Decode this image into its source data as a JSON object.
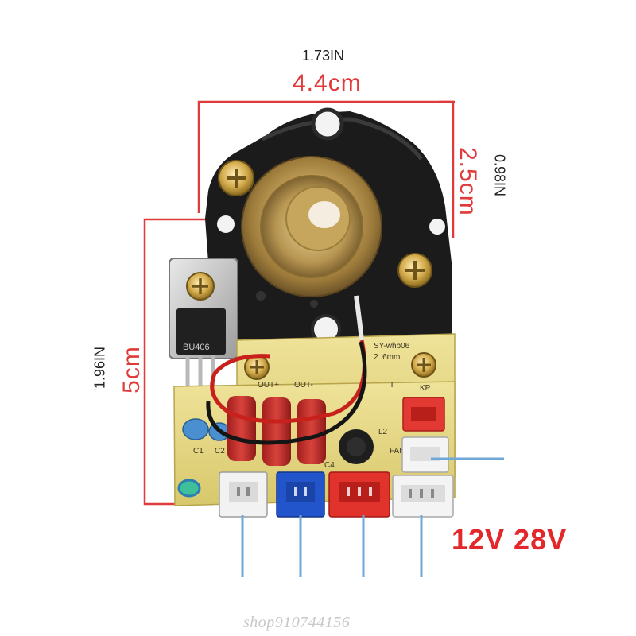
{
  "dimensions": {
    "top_inch": "1.73IN",
    "top_cm": "4.4cm",
    "right_cm": "2.5cm",
    "right_inch": "0.98IN",
    "left_cm": "5cm",
    "left_inch": "1.96IN"
  },
  "voltage_label": "12V 28V",
  "watermark": "shop910744156",
  "board_text": {
    "model": "SY-whb06",
    "size": "2 .6mm",
    "regulator": "BU406",
    "out_plus": "OUT+",
    "out_minus": "OUT-",
    "kp": "KP",
    "fan": "FAN",
    "l2": "L2",
    "c1": "C1",
    "c2": "C2",
    "c4": "C4",
    "t": "T"
  },
  "colors": {
    "dimension_line": "#e03a3a",
    "pointer_line": "#6ea8d8",
    "pcb": "#e9dc8a",
    "voltage": "#e3282c"
  },
  "connectors": [
    "white",
    "blue",
    "red",
    "white",
    "red",
    "white"
  ]
}
